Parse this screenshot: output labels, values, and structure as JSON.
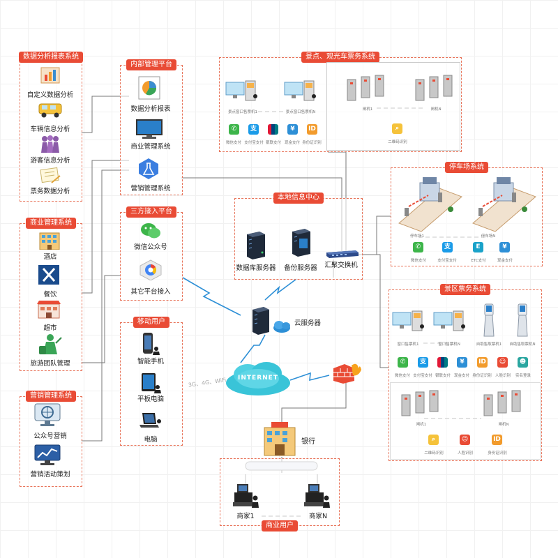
{
  "groups": {
    "data_analysis": {
      "title": "数据分析报表系统",
      "items": [
        "自定义数据分析",
        "车辆信息分析",
        "游客信息分析",
        "票务数据分析"
      ]
    },
    "internal": {
      "title": "内部管理平台",
      "items": [
        "数据分析报表",
        "商业管理系统",
        "营销管理系统"
      ]
    },
    "third_party": {
      "title": "三方接入平台",
      "items": [
        "微信公众号",
        "其它平台接入"
      ]
    },
    "mobile": {
      "title": "移动用户",
      "items": [
        "智能手机",
        "平板电脑",
        "电脑"
      ]
    },
    "business": {
      "title": "商业管理系统",
      "items": [
        "酒店",
        "餐饮",
        "超市",
        "旅游团队管理"
      ]
    },
    "marketing": {
      "title": "营销管理系统",
      "items": [
        "公众号营销",
        "营销活动策划"
      ]
    },
    "local_center": {
      "title": "本地信息中心",
      "items": [
        "数据库服务器",
        "备份服务器",
        "汇聚交换机"
      ]
    },
    "cloud": {
      "label": "云服务器"
    },
    "internet": {
      "label": "INTERNET",
      "wireless": "3G、4G、WiFi"
    },
    "bank": {
      "label": "银行"
    },
    "merchant": {
      "title": "商业用户",
      "items": [
        "商家1",
        "商家N"
      ]
    },
    "scenic_ticket": {
      "title": "景点、观光车票务系统",
      "terminals": [
        "景点窗口售票机1",
        "景点窗口售票机N"
      ],
      "gates": [
        "闸机1",
        "闸机N"
      ],
      "pays": [
        "微信支付",
        "支付宝支付",
        "银联支付",
        "现金支付",
        "身份证识别"
      ],
      "scan": "二维码识别"
    },
    "parking": {
      "title": "停车场系统",
      "lanes": [
        "停车场1",
        "停车场N"
      ],
      "pays": [
        "微信支付",
        "支付宝支付",
        "ETC支付",
        "现金支付"
      ]
    },
    "area_ticket": {
      "title": "景区票务系统",
      "terminals": [
        "窗口售票机1",
        "窗口售票机N",
        "自助售取票机1",
        "自助售取票机N"
      ],
      "pays": [
        "微信支付",
        "支付宝支付",
        "银联支付",
        "现金支付",
        "身份证识别",
        "人脸识别",
        "实名登录"
      ],
      "gates": [
        "闸机1",
        "闸机N"
      ],
      "scans": [
        "二维码识别",
        "人脸识别",
        "身份证识别"
      ]
    }
  },
  "colors": {
    "accent": "#e94b35",
    "border": "#e8745a",
    "line": "#666666",
    "lightning": "#2d8fd6"
  }
}
